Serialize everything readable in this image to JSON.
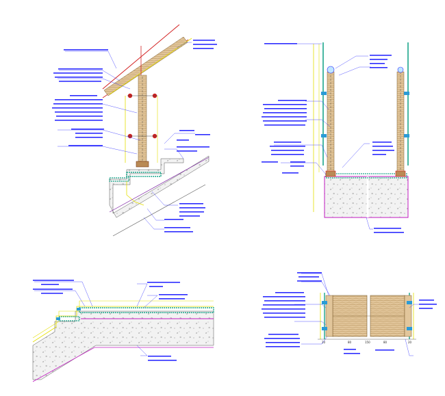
{
  "palette": {
    "annotation": "#2b2bff",
    "handrail_line": "#d21f1f",
    "glass": "#1aa58a",
    "yellow": "#e5df00",
    "magenta": "#c21bc2",
    "timber": "#d9b98a",
    "concrete": "#c9c9c9",
    "fastener": "#cc2222"
  },
  "dimensions": {
    "d1": "20",
    "d2": "80",
    "d3": "150",
    "d4": "80",
    "d5": "20"
  }
}
